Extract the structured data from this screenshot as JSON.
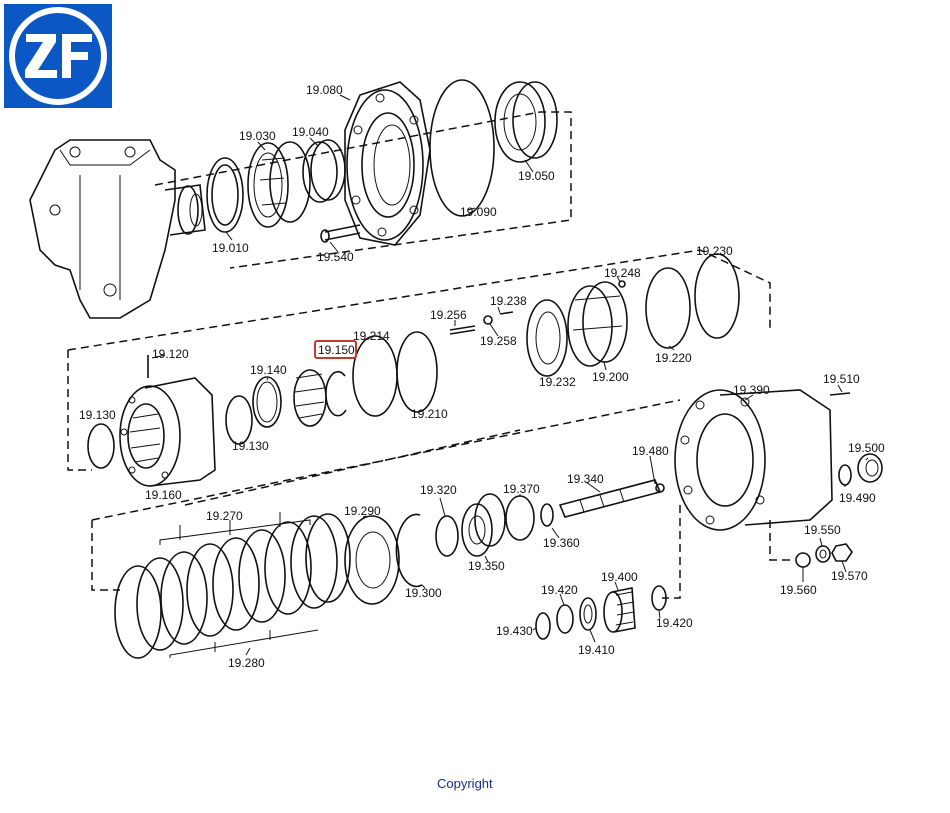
{
  "logo": {
    "text": "ZF",
    "color": "#0b57c4"
  },
  "highlight_color": "#c0392b",
  "footer": {
    "copyright": "Copyright"
  },
  "labels": {
    "l19080": "19.080",
    "l19030": "19.030",
    "l19040": "19.040",
    "l19050": "19.050",
    "l19090": "19.090",
    "l19010": "19.010",
    "l19540": "19.540",
    "l19230": "19.230",
    "l19248": "19.248",
    "l19256": "19.256",
    "l19238": "19.238",
    "l19258": "19.258",
    "l19214": "19.214",
    "l19150": "19.150",
    "l19120": "19.120",
    "l19140": "19.140",
    "l19130a": "19.130",
    "l19130b": "19.130",
    "l19210": "19.210",
    "l19232": "19.232",
    "l19200": "19.200",
    "l19220": "19.220",
    "l19390": "19.390",
    "l19510": "19.510",
    "l19160": "19.160",
    "l19480": "19.480",
    "l19500": "19.500",
    "l19490": "19.490",
    "l19340": "19.340",
    "l19320": "19.320",
    "l19370": "19.370",
    "l19290": "19.290",
    "l19270": "19.270",
    "l19360": "19.360",
    "l19350": "19.350",
    "l19300": "19.300",
    "l19550": "19.550",
    "l19560": "19.560",
    "l19570": "19.570",
    "l19400": "19.400",
    "l19420a": "19.420",
    "l19420b": "19.420",
    "l19430": "19.430",
    "l19410": "19.410",
    "l19280": "19.280"
  }
}
